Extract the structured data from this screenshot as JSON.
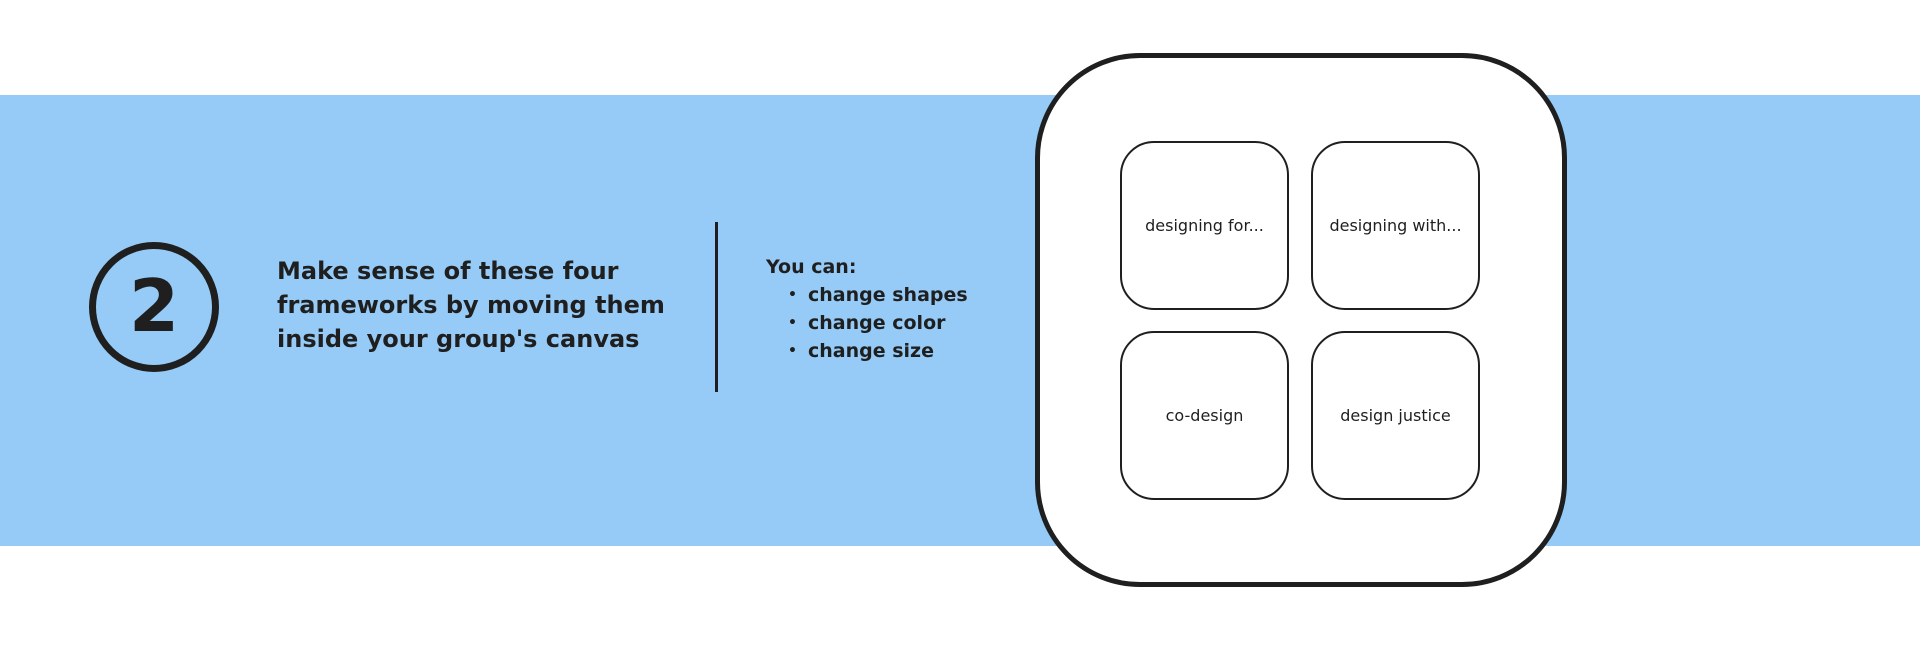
{
  "colors": {
    "band": "#95cbf6",
    "ink": "#1f1f1f",
    "canvas": "#ffffff"
  },
  "step": {
    "number": "2",
    "lines": [
      "Make sense of these four",
      "frameworks by moving them",
      "inside your group's canvas"
    ]
  },
  "options": {
    "title": "You can:",
    "items": [
      "change shapes",
      "change color",
      "change size"
    ]
  },
  "canvas": {
    "cards": [
      "designing for...",
      "designing with...",
      "co-design",
      "design justice"
    ]
  }
}
